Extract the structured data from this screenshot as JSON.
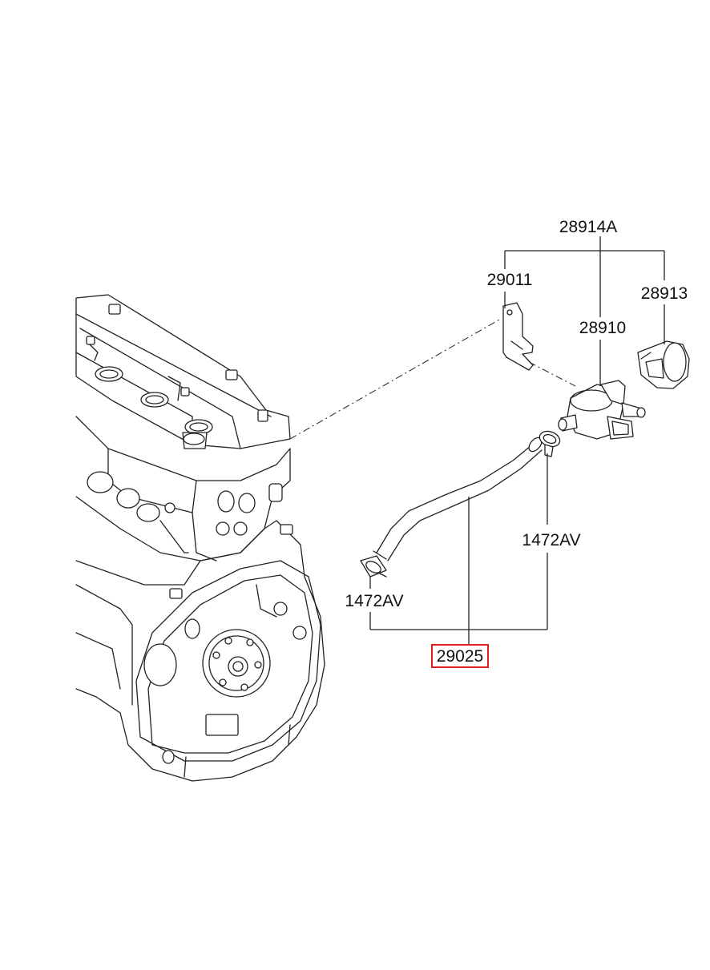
{
  "parts": {
    "assembly_top": "28914A",
    "bracket": "29011",
    "valve": "28910",
    "grommet": "28913",
    "hose_assembly": "29025",
    "clamp_right": "1472AV",
    "clamp_left": "1472AV"
  },
  "colors": {
    "highlight": "#e02020",
    "line": "#222222",
    "background": "#ffffff"
  },
  "highlighted_part": "29025"
}
